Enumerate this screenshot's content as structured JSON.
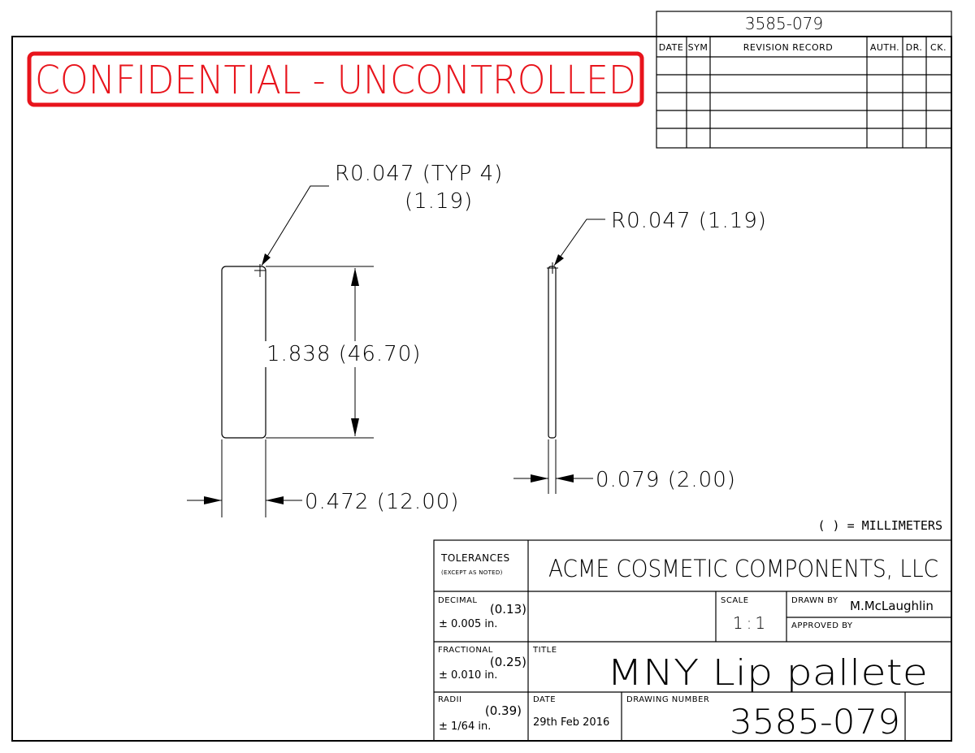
{
  "stamp": {
    "text": "CONFIDENTIAL - UNCONTROLLED",
    "color": "#e8141c"
  },
  "revision_block": {
    "doc_number": "3585-079",
    "headers": [
      "DATE",
      "SYM",
      "REVISION RECORD",
      "AUTH.",
      "DR.",
      "CK."
    ],
    "rows": 5
  },
  "dimensions": {
    "radius_typ": "R0.047 (TYP 4)",
    "radius_typ_mm": "(1.19)",
    "radius_single": "R0.047 (1.19)",
    "height": "1.838 (46.70)",
    "width": "0.472 (12.00)",
    "thickness": "0.079 (2.00)"
  },
  "units_note": "( ) = MILLIMETERS",
  "title_block": {
    "tolerances_label": "TOLERANCES",
    "tolerances_sub": "(EXCEPT AS NOTED)",
    "company": "ACME COSMETIC COMPONENTS, LLC",
    "decimal_label": "DECIMAL",
    "decimal_mm": "(0.13)",
    "decimal_value": "± 0.005 in.",
    "fractional_label": "FRACTIONAL",
    "fractional_mm": "(0.25)",
    "fractional_value": "± 0.010 in.",
    "radii_label": "RADII",
    "radii_mm": "(0.39)",
    "radii_value": "± 1/64 in.",
    "scale_label": "SCALE",
    "scale_value": "1:1",
    "drawn_by_label": "DRAWN BY",
    "drawn_by_value": "M.McLaughlin",
    "approved_by_label": "APPROVED BY",
    "title_label": "TITLE",
    "title_value": "MNY Lip pallete",
    "date_label": "DATE",
    "date_value": "29th Feb 2016",
    "drawing_number_label": "DRAWING NUMBER",
    "drawing_number_value": "3585-079"
  }
}
